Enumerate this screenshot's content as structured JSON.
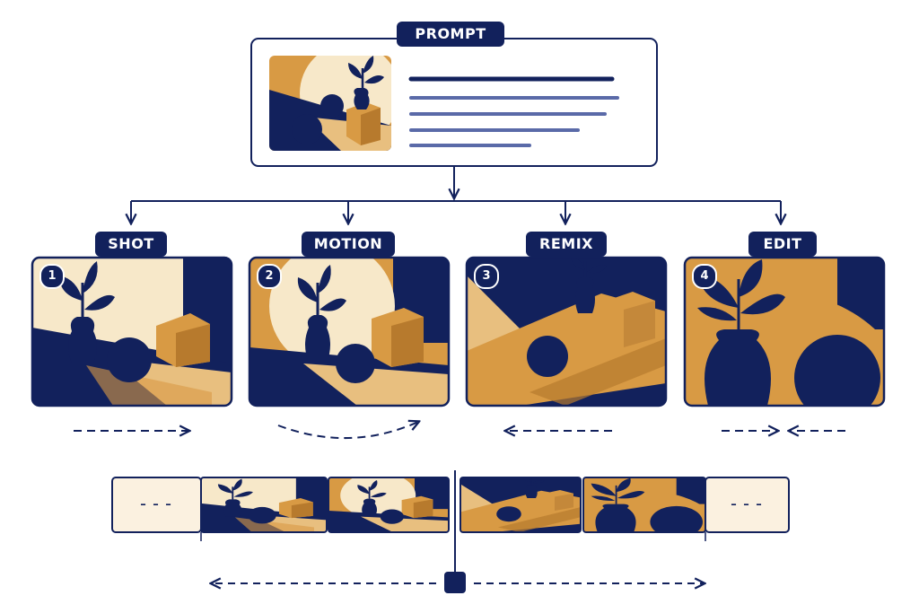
{
  "prompt": {
    "label": "PROMPT",
    "text_line_count": 5
  },
  "stages": [
    {
      "number": "1",
      "label": "SHOT"
    },
    {
      "number": "2",
      "label": "MOTION"
    },
    {
      "number": "3",
      "label": "REMIX"
    },
    {
      "number": "4",
      "label": "EDIT"
    }
  ],
  "timeline": {
    "start_placeholder": "---",
    "end_placeholder": "---"
  },
  "colors": {
    "navy": "#12215c",
    "orange": "#d89a44",
    "cream": "#f7e8c9",
    "sand": "#e8bf7f",
    "blue_line": "#5a6aa8"
  }
}
